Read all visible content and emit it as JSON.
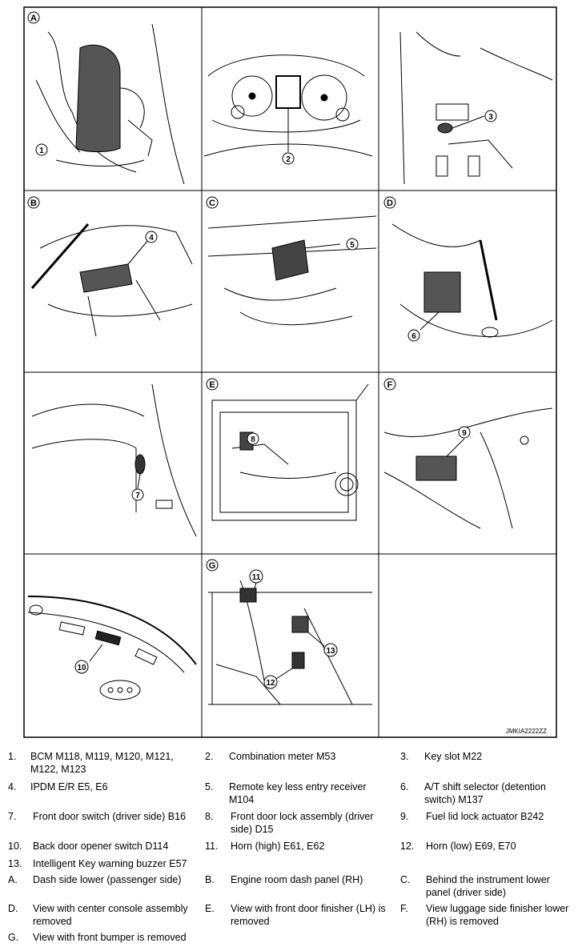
{
  "figure_code": "JMKIA2222ZZ",
  "panels": [
    {
      "letter": "A",
      "callouts": [
        "1"
      ]
    },
    {
      "letter": "",
      "callouts": [
        "2"
      ]
    },
    {
      "letter": "",
      "callouts": [
        "3"
      ]
    },
    {
      "letter": "B",
      "callouts": [
        "4"
      ]
    },
    {
      "letter": "C",
      "callouts": [
        "5"
      ]
    },
    {
      "letter": "D",
      "callouts": [
        "6"
      ]
    },
    {
      "letter": "",
      "callouts": [
        "7"
      ]
    },
    {
      "letter": "E",
      "callouts": [
        "8"
      ]
    },
    {
      "letter": "F",
      "callouts": [
        "9"
      ]
    },
    {
      "letter": "",
      "callouts": [
        "10"
      ]
    },
    {
      "letter": "G",
      "callouts": [
        "11",
        "12",
        "13"
      ]
    }
  ],
  "legend": [
    {
      "num": "1.",
      "text": "BCM M118, M119, M120, M121, M122, M123"
    },
    {
      "num": "2.",
      "text": "Combination meter M53"
    },
    {
      "num": "3.",
      "text": "Key slot M22"
    },
    {
      "num": "4.",
      "text": "IPDM E/R E5, E6"
    },
    {
      "num": "5.",
      "text": "Remote key less entry receiver M104"
    },
    {
      "num": "6.",
      "text": "A/T shift selector (detention switch) M137"
    },
    {
      "num": "7.",
      "text": "Front door switch (driver side) B16"
    },
    {
      "num": "8.",
      "text": "Front door lock assembly (driver side) D15"
    },
    {
      "num": "9.",
      "text": "Fuel lid lock actuator B242"
    },
    {
      "num": "10.",
      "text": "Back door opener switch D114"
    },
    {
      "num": "11.",
      "text": "Horn (high) E61, E62"
    },
    {
      "num": "12.",
      "text": "Horn (low) E69, E70"
    },
    {
      "num": "13.",
      "text": "Intelligent Key warning buzzer E57"
    },
    {
      "num": "A.",
      "text": "Dash side lower (passenger side)"
    },
    {
      "num": "B.",
      "text": "Engine room dash panel (RH)"
    },
    {
      "num": "C.",
      "text": "Behind the instrument lower panel (driver side)"
    },
    {
      "num": "D.",
      "text": "View with center console assembly removed"
    },
    {
      "num": "E.",
      "text": "View with front door finisher (LH) is removed"
    },
    {
      "num": "F.",
      "text": "View luggage side finisher lower (RH) is removed"
    },
    {
      "num": "G.",
      "text": "View with front bumper is removed"
    }
  ]
}
